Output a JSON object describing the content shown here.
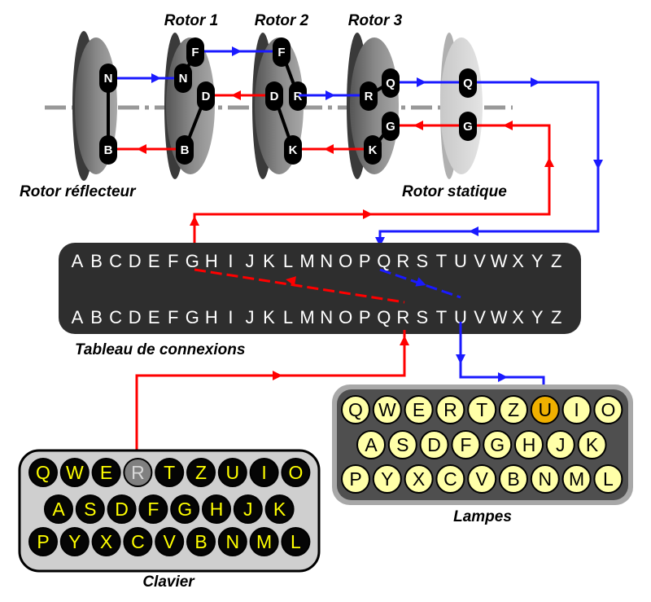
{
  "labels": {
    "rotor1": "Rotor 1",
    "rotor2": "Rotor 2",
    "rotor3": "Rotor 3",
    "reflector": "Rotor réflecteur",
    "static_rotor": "Rotor statique",
    "plugboard": "Tableau de connexions",
    "keyboard": "Clavier",
    "lamps": "Lampes"
  },
  "rotor_pins": {
    "reflector": [
      "N",
      "B"
    ],
    "rotor1_right": [
      "F",
      "N",
      "D",
      "B"
    ],
    "rotor2_right": [
      "F",
      "R",
      "D",
      "K"
    ],
    "rotor3_right": [
      "R",
      "Q",
      "G",
      "K"
    ],
    "static": [
      "Q",
      "G"
    ]
  },
  "alphabet": [
    "A",
    "B",
    "C",
    "D",
    "E",
    "F",
    "G",
    "H",
    "I",
    "J",
    "K",
    "L",
    "M",
    "N",
    "O",
    "P",
    "Q",
    "R",
    "S",
    "T",
    "U",
    "V",
    "W",
    "X",
    "Y",
    "Z"
  ],
  "keyboard_rows": [
    [
      "Q",
      "W",
      "E",
      "R",
      "T",
      "Z",
      "U",
      "I",
      "O"
    ],
    [
      "A",
      "S",
      "D",
      "F",
      "G",
      "H",
      "J",
      "K"
    ],
    [
      "P",
      "Y",
      "X",
      "C",
      "V",
      "B",
      "N",
      "M",
      "L"
    ]
  ],
  "pressed_key": "R",
  "lit_lamp": "U",
  "colors": {
    "forward_path": "#1a1aff",
    "return_path": "#ff0000",
    "plugboard_bg": "#2e2e2e",
    "keyboard_bg": "#cfcfcf",
    "key_black": "#050505",
    "key_letter": "#ffff00",
    "key_pressed": "#808080",
    "lamp_off": "#ffffa8",
    "lamp_on": "#f0b000",
    "lamp_bg": "#4f4f4f",
    "lamp_frame": "#a8a8a8"
  }
}
